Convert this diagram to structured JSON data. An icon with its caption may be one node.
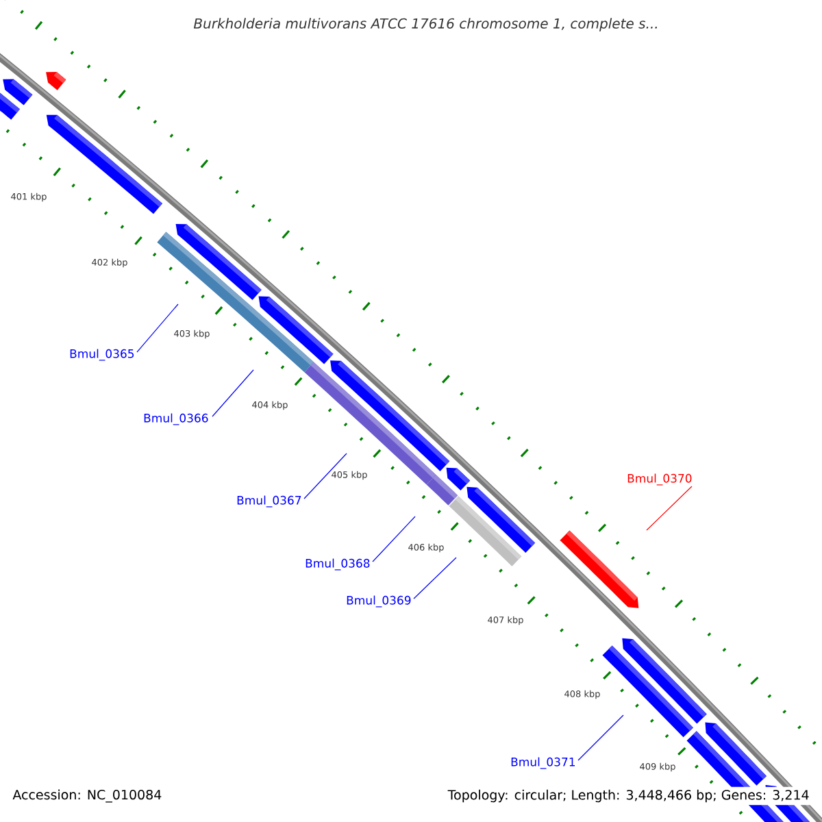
{
  "diagram": {
    "title": "Burkholderia multivorans ATCC 17616 chromosome 1, complete s...",
    "nodes": [
      {
        "text": [
          "Bmul_0365"
        ]
      },
      {
        "text": [
          "Bmul_0366"
        ]
      },
      {
        "text": [
          "Bmul_0367"
        ]
      },
      {
        "text": [
          "Bmul_0368"
        ]
      },
      {
        "text": [
          "Bmul_0369"
        ]
      },
      {
        "text": [
          "Bmul_0370"
        ]
      },
      {
        "text": [
          "Bmul_0371"
        ]
      }
    ],
    "edges": [
      {
        "from": 0,
        "to": null,
        "arrow": "none"
      },
      {
        "from": 1,
        "to": null,
        "arrow": "none"
      },
      {
        "from": 2,
        "to": null,
        "arrow": "none"
      },
      {
        "from": 3,
        "to": null,
        "arrow": "none"
      },
      {
        "from": 4,
        "to": null,
        "arrow": "none"
      },
      {
        "from": 5,
        "to": null,
        "arrow": "none",
        "color": "#ff0000"
      },
      {
        "from": 6,
        "to": null,
        "arrow": "none"
      }
    ],
    "labels": [
      "401 kbp",
      "402 kbp",
      "403 kbp",
      "404 kbp",
      "405 kbp",
      "406 kbp",
      "407 kbp",
      "408 kbp",
      "409 kbp",
      "Accession: NC_010084",
      "Topology: circular; Length: 3,448,466 bp; Genes: 3,214"
    ]
  }
}
